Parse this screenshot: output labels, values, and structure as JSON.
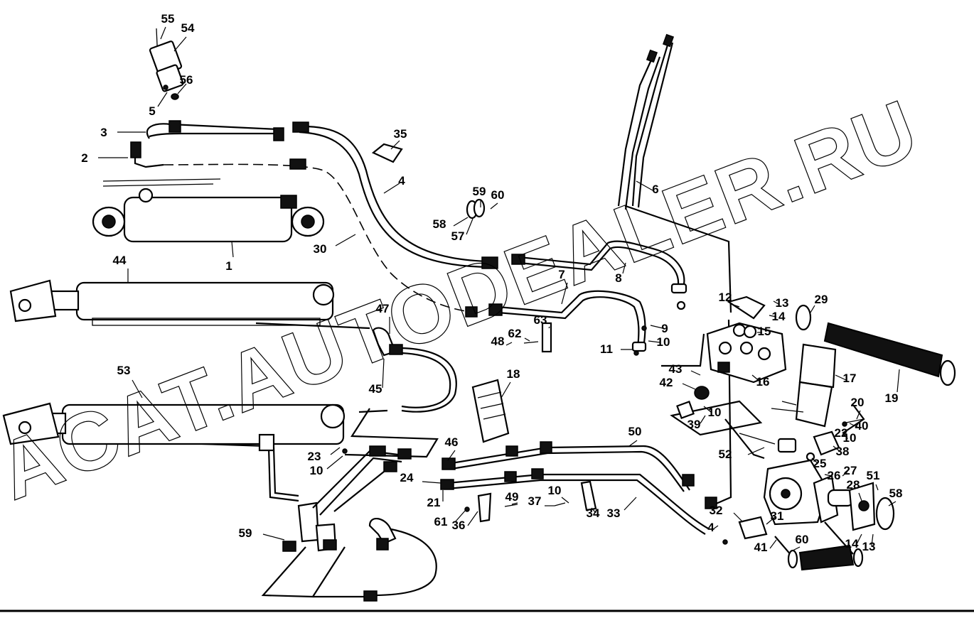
{
  "watermark": "ACAT.AUTODEALER.RU",
  "part_numbers": [
    "55",
    "54",
    "56",
    "5",
    "3",
    "2",
    "35",
    "4",
    "1",
    "30",
    "44",
    "59",
    "60",
    "58",
    "57",
    "6",
    "7",
    "8",
    "12",
    "13",
    "29",
    "14",
    "15",
    "9",
    "10",
    "11",
    "43",
    "42",
    "16",
    "17",
    "19",
    "63",
    "62",
    "48",
    "47",
    "45",
    "53",
    "18",
    "20",
    "40",
    "22",
    "39",
    "38",
    "52",
    "50",
    "46",
    "23",
    "24",
    "25",
    "26",
    "27",
    "28",
    "51",
    "58",
    "21",
    "49",
    "37",
    "34",
    "33",
    "32",
    "31",
    "41",
    "60",
    "59",
    "61",
    "36"
  ]
}
